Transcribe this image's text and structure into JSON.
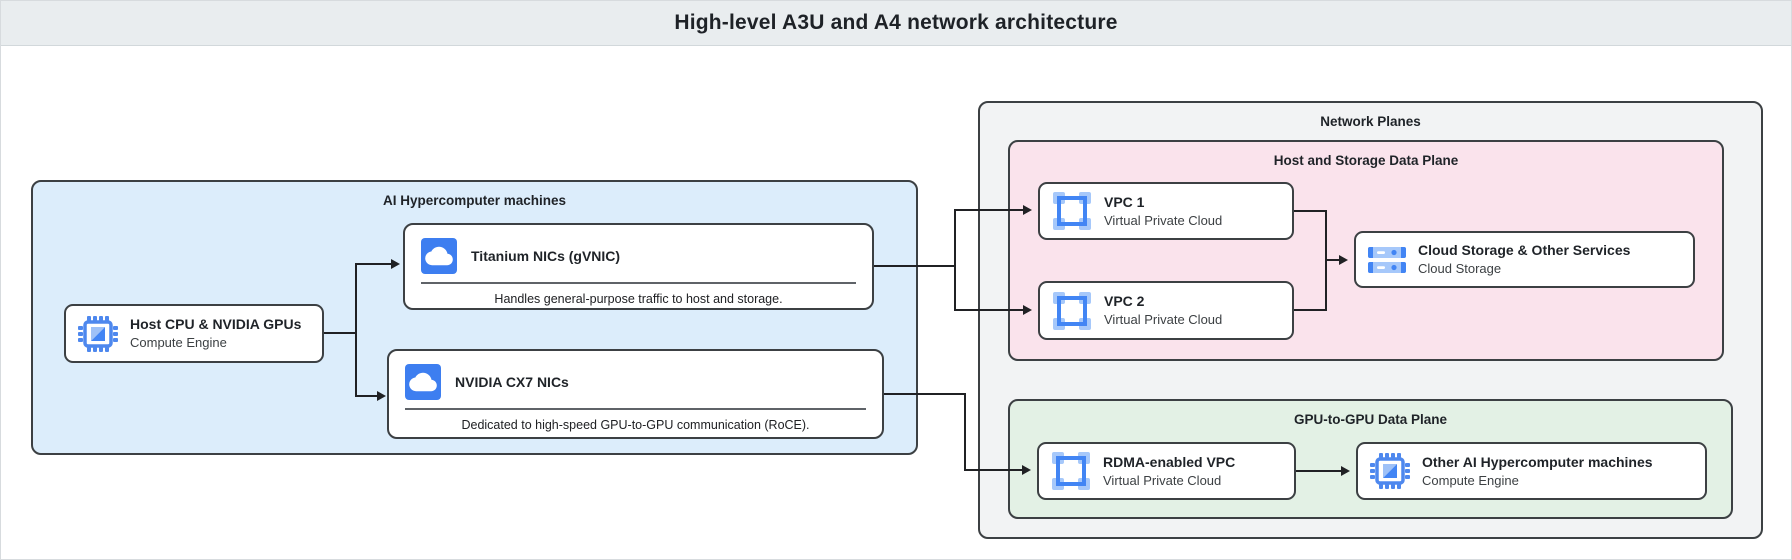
{
  "header": {
    "title": "High-level A3U and A4 network architecture"
  },
  "diagram": {
    "containers": {
      "ai_machines": {
        "label": "AI Hypercomputer machines"
      },
      "network_planes": {
        "label": "Network Planes"
      },
      "host_storage_plane": {
        "label": "Host and Storage Data Plane"
      },
      "gpu_plane": {
        "label": "GPU-to-GPU Data Plane"
      }
    },
    "nodes": {
      "host_cpu": {
        "title": "Host CPU & NVIDIA GPUs",
        "subtitle": "Compute Engine",
        "icon": "compute-engine-chip-icon"
      },
      "titanium_nic": {
        "title": "Titanium NICs (gVNIC)",
        "description": "Handles general-purpose traffic to host and storage.",
        "icon": "cloud-icon"
      },
      "cx7_nic": {
        "title": "NVIDIA CX7 NICs",
        "description": "Dedicated to high-speed GPU-to-GPU communication (RoCE).",
        "icon": "cloud-icon"
      },
      "vpc1": {
        "title": "VPC 1",
        "subtitle": "Virtual Private Cloud",
        "icon": "vpc-icon"
      },
      "vpc2": {
        "title": "VPC 2",
        "subtitle": "Virtual Private Cloud",
        "icon": "vpc-icon"
      },
      "cloud_storage": {
        "title": "Cloud Storage & Other Services",
        "subtitle": "Cloud Storage",
        "icon": "cloud-storage-icon"
      },
      "rdma_vpc": {
        "title": "RDMA-enabled VPC",
        "subtitle": "Virtual Private Cloud",
        "icon": "vpc-icon"
      },
      "other_machines": {
        "title": "Other AI Hypercomputer machines",
        "subtitle": "Compute Engine",
        "icon": "compute-engine-chip-icon"
      }
    },
    "colors": {
      "ai_machines_fill": "#DCEDFB",
      "network_planes_fill": "#F2F3F4",
      "host_storage_plane_fill": "#FAE3EC",
      "gpu_plane_fill": "#E3F1E5",
      "header_fill": "#E9EDEF",
      "border_dark": "#3C4043",
      "connector": "#202124",
      "icon_blue": "#4285F4",
      "icon_light_blue": "#A6C8FA",
      "cloud_square_blue": "#3D7EF0"
    }
  }
}
